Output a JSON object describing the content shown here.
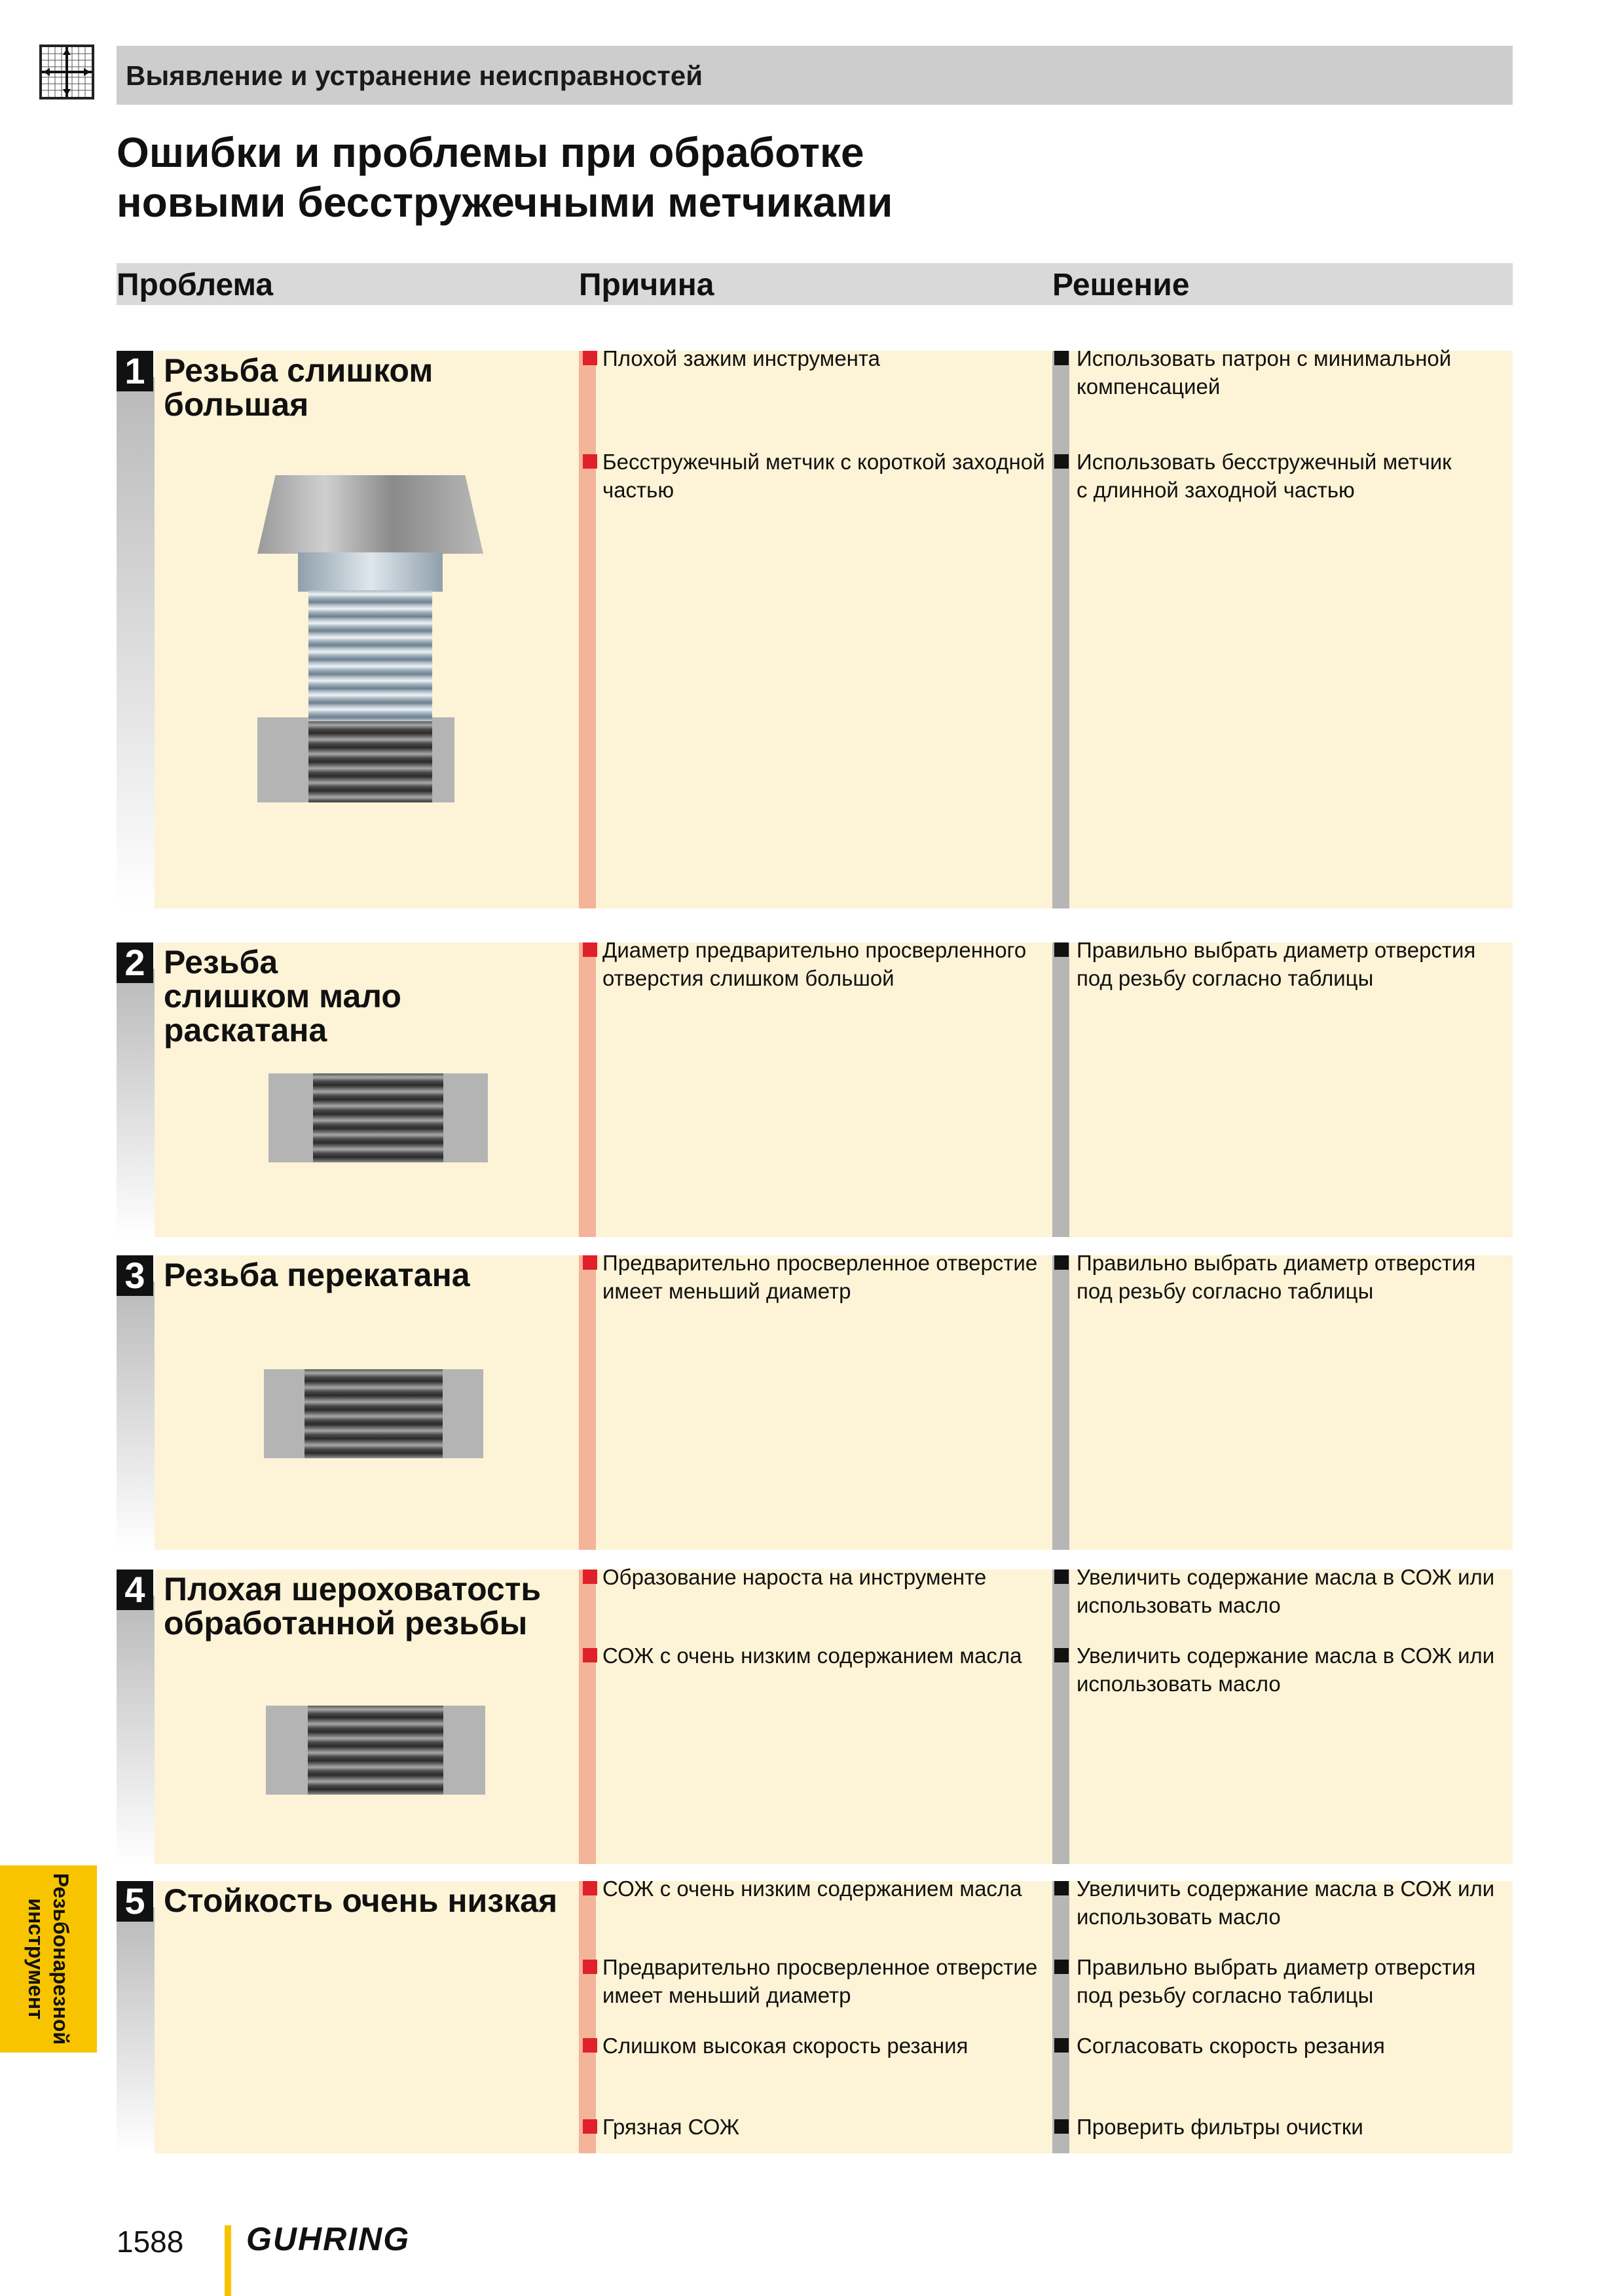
{
  "header": {
    "title": "Выявление и устранение неисправностей"
  },
  "page_title": [
    "Ошибки и проблемы при обработке",
    "новыми бесстружечными метчиками"
  ],
  "columns": {
    "problem": "Проблема",
    "cause": "Причина",
    "solution": "Решение"
  },
  "sections": [
    {
      "number": "1",
      "title": [
        "Резьба слишком",
        "большая"
      ],
      "rows": [
        {
          "cause": [
            "Плохой зажим инструмента"
          ],
          "solution": [
            "Использовать патрон с минимальной",
            "компенсацией"
          ]
        },
        {
          "cause": [
            "Бесстружечный метчик с короткой заходной",
            "частью"
          ],
          "solution": [
            "Использовать бесстружечный метчик",
            "с длинной заходной частью"
          ]
        }
      ]
    },
    {
      "number": "2",
      "title": [
        "Резьба",
        "слишком мало",
        "раскатана"
      ],
      "rows": [
        {
          "cause": [
            "Диаметр предварительно просверленного",
            "отверстия слишком большой"
          ],
          "solution": [
            "Правильно выбрать диаметр отверстия",
            "под резьбу согласно таблицы"
          ]
        }
      ]
    },
    {
      "number": "3",
      "title": [
        "Резьба перекатана"
      ],
      "rows": [
        {
          "cause": [
            "Предварительно просверленное отверстие",
            "имеет меньший диаметр"
          ],
          "solution": [
            "Правильно выбрать диаметр отверстия",
            "под резьбу согласно таблицы"
          ]
        }
      ]
    },
    {
      "number": "4",
      "title": [
        "Плохая шероховатость",
        "обработанной резьбы"
      ],
      "rows": [
        {
          "cause": [
            "Образование нароста на инструменте"
          ],
          "solution": [
            "Увеличить содержание масла в СОЖ или",
            "использовать масло"
          ]
        },
        {
          "cause": [
            "СОЖ с очень низким содержанием масла"
          ],
          "solution": [
            "Увеличить содержание масла в СОЖ или",
            "использовать масло"
          ]
        }
      ]
    },
    {
      "number": "5",
      "title": [
        "Стойкость очень низкая"
      ],
      "rows": [
        {
          "cause": [
            "СОЖ с очень низким содержанием масла"
          ],
          "solution": [
            "Увеличить содержание масла в СОЖ или",
            "использовать масло"
          ]
        },
        {
          "cause": [
            "Предварительно просверленное отверстие",
            "имеет меньший диаметр"
          ],
          "solution": [
            "Правильно выбрать диаметр отверстия",
            "под резьбу согласно таблицы"
          ]
        },
        {
          "cause": [
            "Слишком высокая скорость резания"
          ],
          "solution": [
            "Согласовать скорость резания"
          ]
        },
        {
          "cause": [
            "Грязная СОЖ"
          ],
          "solution": [
            "Проверить фильтры очистки"
          ]
        }
      ]
    }
  ],
  "side_tab": [
    "Резьбонарезной",
    "инструмент"
  ],
  "footer": {
    "page_number": "1588",
    "brand": "GUHRING"
  },
  "colors": {
    "cause_bullet": "#e0202a",
    "solution_bullet": "#111111",
    "section_bg": "#fdf3d6",
    "cause_strip": "#f4b49a",
    "solution_strip": "#b6b6b6",
    "accent": "#f8c400"
  }
}
